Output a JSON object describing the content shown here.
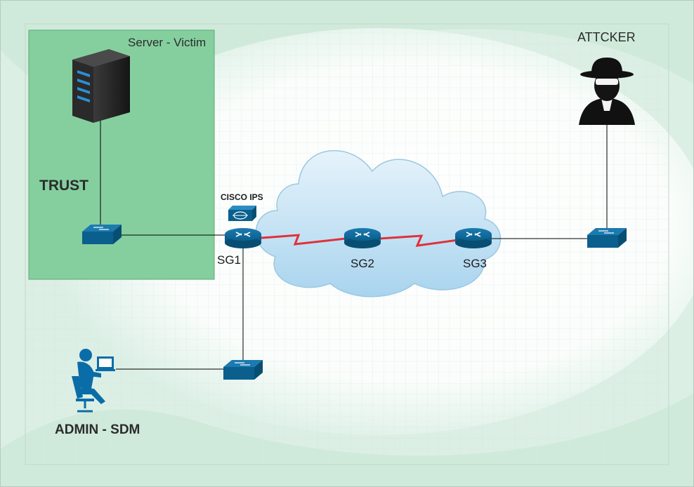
{
  "zones": {
    "server_zone_title": "Server - Victim",
    "trust_label": "TRUST",
    "attacker_label": "ATTCKER",
    "admin_label": "ADMIN - SDM"
  },
  "devices": {
    "ips_label": "CISCO IPS",
    "router_1": "SG1",
    "router_2": "SG2",
    "router_3": "SG3"
  },
  "colors": {
    "trust_zone_fill": "#85cf9f",
    "trust_zone_border": "#5aa873",
    "device_blue": "#0a5f8c",
    "wan_link": "#e0313a",
    "cloud_fill": "#cfe7f5",
    "grid": "#d4e4dc"
  },
  "icons": {
    "server": "server-icon",
    "attacker": "hacker-icon",
    "admin": "user-workstation-icon",
    "router": "router-icon",
    "switch": "switch-icon",
    "ips": "ips-icon",
    "cloud": "cloud-icon"
  }
}
